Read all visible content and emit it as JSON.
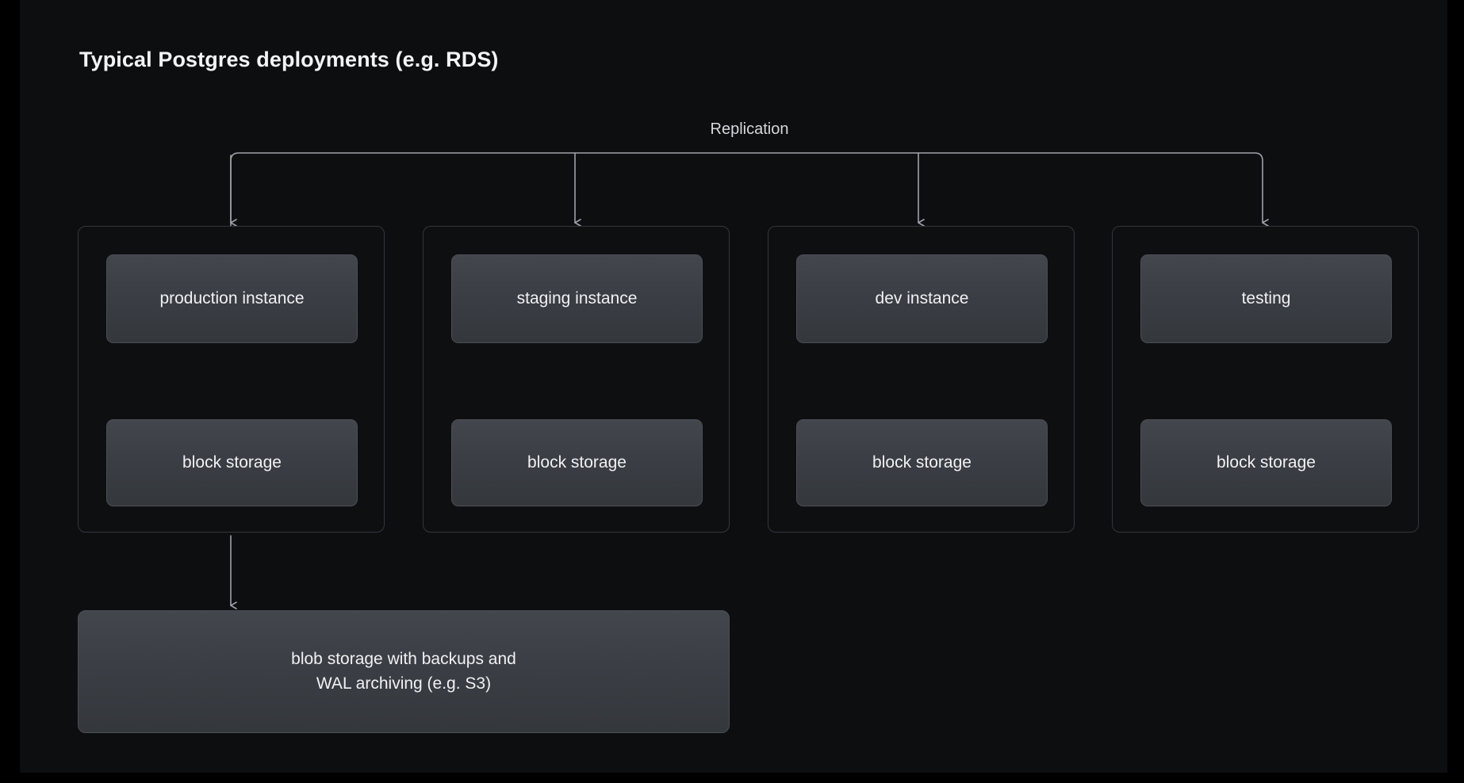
{
  "page": {
    "title": "Typical Postgres deployments (e.g. RDS)",
    "background": "#0d0e10",
    "page_edge_color": "#000000",
    "text_color": "#f0f1f3",
    "line_color": "#9ea2a8",
    "node_fill_top": "#43464c",
    "node_fill_bottom": "#34373c",
    "group_border": "#33363c"
  },
  "diagram": {
    "type": "architecture-diagram",
    "replication_label": "Replication",
    "environments": [
      {
        "id": "production",
        "instance_label": "production instance",
        "storage_label": "block storage",
        "link_to_instance": "bidirectional",
        "has_backup_arrow": true
      },
      {
        "id": "staging",
        "instance_label": "staging instance",
        "storage_label": "block storage",
        "link_to_instance": "bidirectional",
        "has_backup_arrow": false
      },
      {
        "id": "dev",
        "instance_label": "dev instance",
        "storage_label": "block storage",
        "link_to_instance": "bidirectional",
        "has_backup_arrow": false
      },
      {
        "id": "testing",
        "instance_label": "testing",
        "storage_label": "block storage",
        "link_to_instance": "bidirectional",
        "has_backup_arrow": false
      }
    ],
    "blob_storage": {
      "line1": "blob storage with backups and",
      "line2": "WAL archiving (e.g. S3)"
    }
  }
}
